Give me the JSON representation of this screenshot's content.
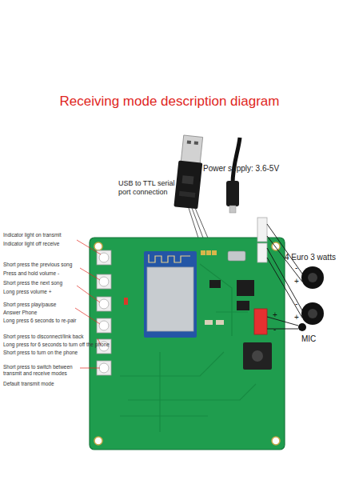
{
  "diagram": {
    "title": "Receiving mode description diagram",
    "labels": [
      "USB to TTL serial port connection",
      "Power supply: 3.6-5V",
      "4 Euro 3 watts",
      "-",
      "+",
      "-",
      "+",
      "+",
      "-",
      "MIC",
      "Indicator light on transmit",
      "Indicator light off receive",
      "Short press the previous song",
      "Press and hold volume -",
      "Short press the next song",
      "Long press volume +",
      "Short press play/pause",
      "Answer Phone",
      "Long press 6 seconds to re-pair",
      "Short press to disconnect/link back",
      "Long press for 6 seconds to turn off the phone",
      "Short press to turn on the phone",
      "Short press to switch between transmit and receive modes",
      "Default transmit mode"
    ]
  }
}
